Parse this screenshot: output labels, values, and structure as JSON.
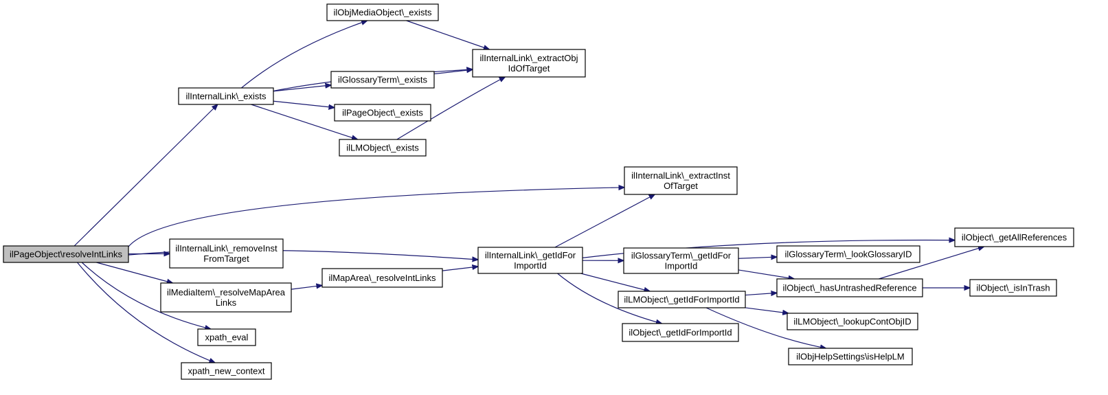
{
  "graph": {
    "colors": {
      "edge": "#191970",
      "root_fill": "#bfbfbf",
      "node_fill": "#ffffff",
      "node_stroke": "#000000"
    },
    "nodes": [
      {
        "id": "root",
        "lines": [
          "ilPageObject\\resolveIntLinks"
        ],
        "highlight": true
      },
      {
        "id": "il_exists",
        "lines": [
          "ilInternalLink\\_exists"
        ]
      },
      {
        "id": "il_removeInst",
        "lines": [
          "ilInternalLink\\_removeInst",
          "FromTarget"
        ]
      },
      {
        "id": "mi_resolveMap",
        "lines": [
          "ilMediaItem\\_resolveMapArea",
          "Links"
        ]
      },
      {
        "id": "xpath_eval",
        "lines": [
          "xpath_eval"
        ]
      },
      {
        "id": "xpath_new_context",
        "lines": [
          "xpath_new_context"
        ]
      },
      {
        "id": "objmedia_exists",
        "lines": [
          "ilObjMediaObject\\_exists"
        ]
      },
      {
        "id": "gt_exists",
        "lines": [
          "ilGlossaryTerm\\_exists"
        ]
      },
      {
        "id": "po_exists",
        "lines": [
          "ilPageObject\\_exists"
        ]
      },
      {
        "id": "lm_exists",
        "lines": [
          "ilLMObject\\_exists"
        ]
      },
      {
        "id": "il_extractObj",
        "lines": [
          "ilInternalLink\\_extractObj",
          "IdOfTarget"
        ]
      },
      {
        "id": "il_extractInst",
        "lines": [
          "ilInternalLink\\_extractInst",
          "OfTarget"
        ]
      },
      {
        "id": "ma_resolve",
        "lines": [
          "ilMapArea\\_resolveIntLinks"
        ]
      },
      {
        "id": "il_getId",
        "lines": [
          "ilInternalLink\\_getIdFor",
          "ImportId"
        ]
      },
      {
        "id": "gt_getId",
        "lines": [
          "ilGlossaryTerm\\_getIdFor",
          "ImportId"
        ]
      },
      {
        "id": "lm_getId",
        "lines": [
          "ilLMObject\\_getIdForImportId"
        ]
      },
      {
        "id": "obj_getId",
        "lines": [
          "ilObject\\_getIdForImportId"
        ]
      },
      {
        "id": "gt_lookup",
        "lines": [
          "ilGlossaryTerm\\_lookGlossaryID"
        ]
      },
      {
        "id": "obj_hasUntrashed",
        "lines": [
          "ilObject\\_hasUntrashedReference"
        ]
      },
      {
        "id": "lm_lookupCont",
        "lines": [
          "ilLMObject\\_lookupContObjID"
        ]
      },
      {
        "id": "ohs_isHelpLM",
        "lines": [
          "ilObjHelpSettings\\isHelpLM"
        ]
      },
      {
        "id": "obj_getAllRefs",
        "lines": [
          "ilObject\\_getAllReferences"
        ]
      },
      {
        "id": "obj_isInTrash",
        "lines": [
          "ilObject\\_isInTrash"
        ]
      }
    ],
    "edges": [
      {
        "from": "root",
        "to": "il_exists"
      },
      {
        "from": "root",
        "to": "il_extractInst"
      },
      {
        "from": "root",
        "to": "il_getId"
      },
      {
        "from": "root",
        "to": "il_removeInst"
      },
      {
        "from": "root",
        "to": "mi_resolveMap"
      },
      {
        "from": "root",
        "to": "xpath_eval"
      },
      {
        "from": "root",
        "to": "xpath_new_context"
      },
      {
        "from": "il_exists",
        "to": "objmedia_exists"
      },
      {
        "from": "il_exists",
        "to": "il_extractObj"
      },
      {
        "from": "il_exists",
        "to": "gt_exists"
      },
      {
        "from": "il_exists",
        "to": "po_exists"
      },
      {
        "from": "il_exists",
        "to": "lm_exists"
      },
      {
        "from": "objmedia_exists",
        "to": "il_extractObj"
      },
      {
        "from": "gt_exists",
        "to": "il_extractObj"
      },
      {
        "from": "lm_exists",
        "to": "il_extractObj"
      },
      {
        "from": "mi_resolveMap",
        "to": "ma_resolve"
      },
      {
        "from": "ma_resolve",
        "to": "il_getId"
      },
      {
        "from": "il_getId",
        "to": "il_extractInst"
      },
      {
        "from": "il_getId",
        "to": "obj_getAllRefs"
      },
      {
        "from": "il_getId",
        "to": "gt_getId"
      },
      {
        "from": "il_getId",
        "to": "lm_getId"
      },
      {
        "from": "il_getId",
        "to": "obj_getId"
      },
      {
        "from": "gt_getId",
        "to": "gt_lookup"
      },
      {
        "from": "gt_getId",
        "to": "obj_hasUntrashed"
      },
      {
        "from": "lm_getId",
        "to": "obj_hasUntrashed"
      },
      {
        "from": "lm_getId",
        "to": "lm_lookupCont"
      },
      {
        "from": "lm_getId",
        "to": "ohs_isHelpLM"
      },
      {
        "from": "obj_hasUntrashed",
        "to": "obj_getAllRefs"
      },
      {
        "from": "obj_hasUntrashed",
        "to": "obj_isInTrash"
      }
    ]
  }
}
